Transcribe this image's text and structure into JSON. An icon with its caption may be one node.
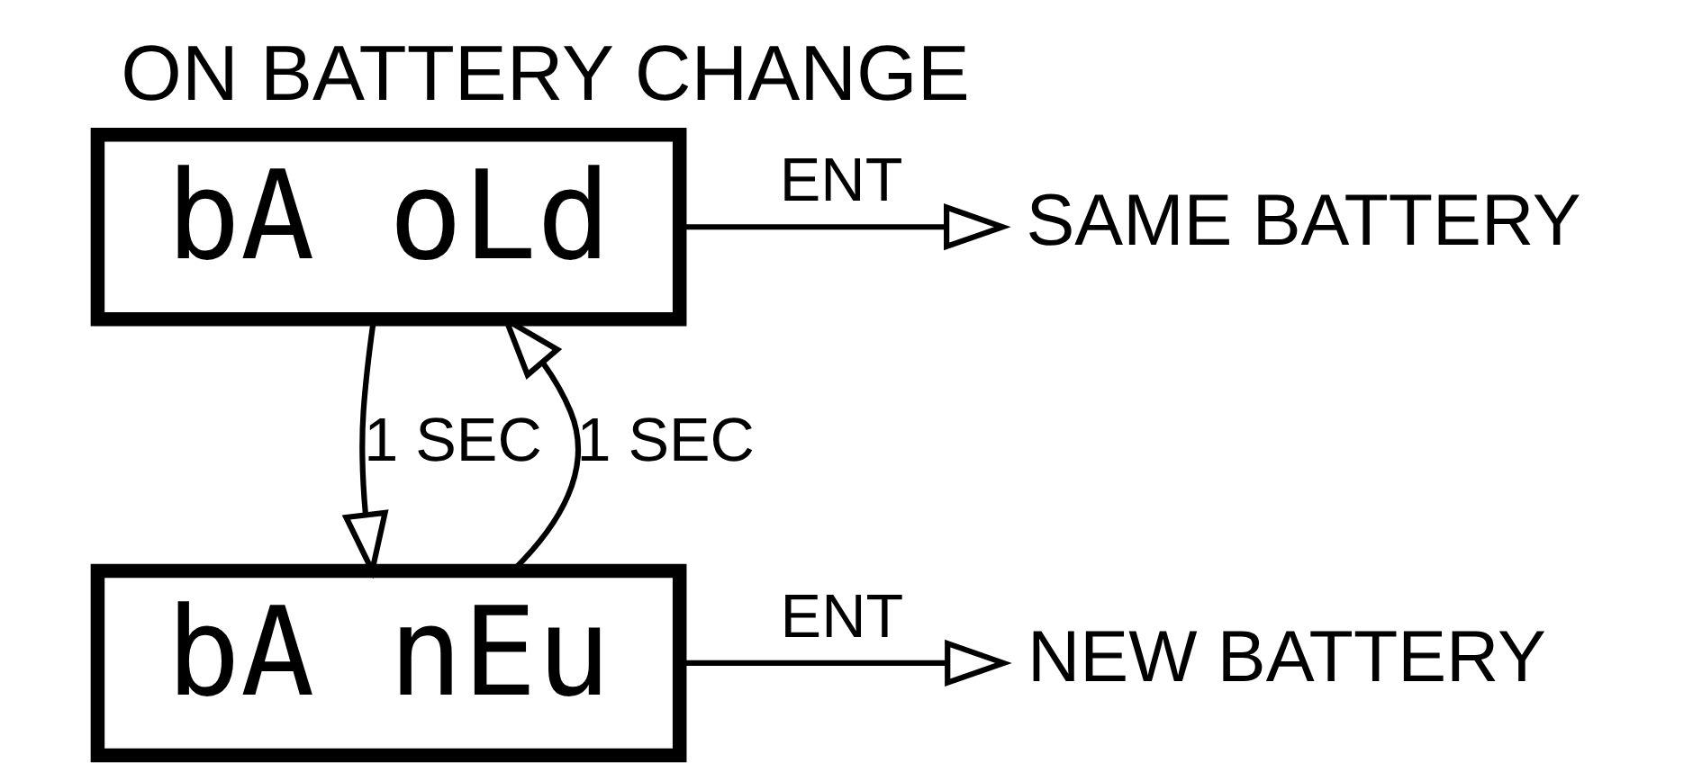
{
  "diagram": {
    "title": "ON BATTERY CHANGE",
    "nodes": [
      {
        "text": [
          "bA oLd"
        ]
      },
      {
        "text": [
          "bA nEu"
        ]
      },
      {
        "text": [
          "SAME BATTERY"
        ]
      },
      {
        "text": [
          "NEW BATTERY"
        ]
      }
    ],
    "edges": [
      {
        "from": 0,
        "to": 2,
        "arrow": "to",
        "label": "ENT"
      },
      {
        "from": 0,
        "to": 1,
        "arrow": "to",
        "label": "1 SEC"
      },
      {
        "from": 1,
        "to": 0,
        "arrow": "to",
        "label": "1 SEC"
      },
      {
        "from": 1,
        "to": 3,
        "arrow": "to",
        "label": "ENT"
      }
    ]
  }
}
